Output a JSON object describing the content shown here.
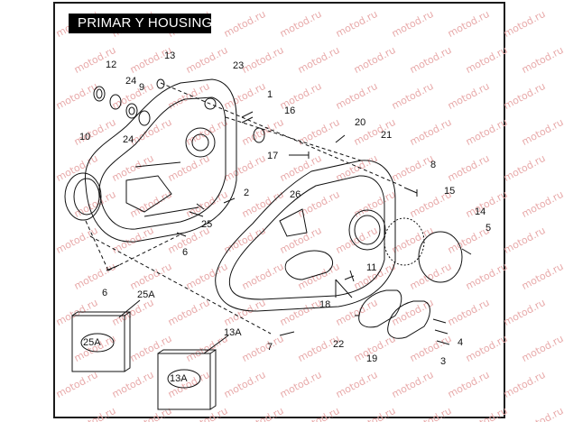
{
  "title": "PRIMAR Y HOUSING",
  "watermark_text": "motod.ru",
  "callouts": [
    "12",
    "13",
    "23",
    "24",
    "9",
    "24",
    "1",
    "16",
    "10",
    "20",
    "21",
    "17",
    "8",
    "26",
    "2",
    "15",
    "25",
    "14",
    "5",
    "6",
    "6",
    "11",
    "18",
    "25A",
    "13A",
    "22",
    "4",
    "7",
    "19",
    "3"
  ],
  "kit_box_labels": {
    "k25a": "25A",
    "k13a": "13A"
  },
  "colors": {
    "ink": "#111111",
    "title_bg": "#000000",
    "title_fg": "#ffffff",
    "watermark": "#e8aaaa"
  }
}
